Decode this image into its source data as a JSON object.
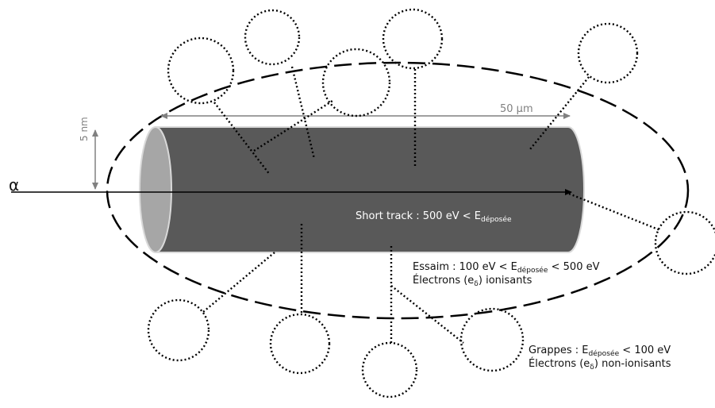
{
  "alpha_symbol": "α",
  "track_length": "50 µm",
  "track_diameter": "5 nm",
  "short_track": {
    "prefix": "Short track : 500 eV < E",
    "subscript": "déposée"
  },
  "essaim": {
    "line1_prefix": "Essaim : 100 eV < E",
    "line1_subscript": "déposée",
    "line1_suffix": " < 500 eV",
    "line2_prefix": "Électrons (e",
    "line2_subscript": "δ",
    "line2_suffix": ") ionisants"
  },
  "grappes": {
    "line1_prefix": "Grappes : E",
    "line1_subscript": "déposée",
    "line1_suffix": " < 100 eV",
    "line2_prefix": "Électrons (e",
    "line2_subscript": "δ",
    "line2_suffix": ") non-ionisants"
  },
  "colors": {
    "track_body": "#595959",
    "track_end": "#a6a6a6",
    "track_outline": "#d9d9d9",
    "dimension_gray": "#808080",
    "line": "#000000"
  }
}
